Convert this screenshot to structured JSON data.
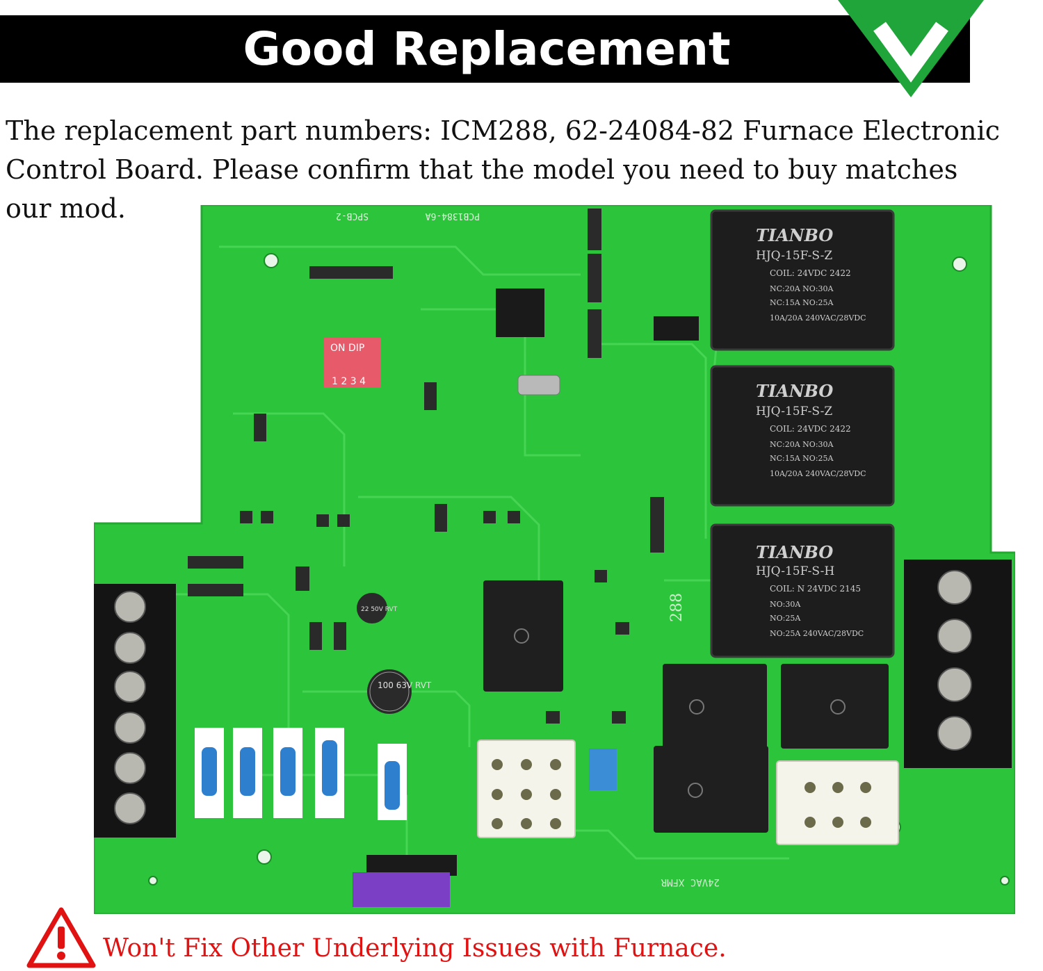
{
  "banner": {
    "title": "Good Replacement"
  },
  "description": {
    "line1": "The replacement part numbers: ICM288, 62-24084-82 Furnace Electronic",
    "line2": "Control Board. Please confirm that the model you need to buy matches",
    "line3": "our mod."
  },
  "board": {
    "relays": [
      {
        "brand": "TIANBO",
        "model": "HJQ-15F-S-Z",
        "coil": "COIL:   24VDC   2422",
        "spec1": "NC:20A   NO:30A",
        "spec2": "NC:15A   NO:25A",
        "spec3": "10A/20A   240VAC/28VDC"
      },
      {
        "brand": "TIANBO",
        "model": "HJQ-15F-S-Z",
        "coil": "COIL:   24VDC   2422",
        "spec1": "NC:20A   NO:30A",
        "spec2": "NC:15A   NO:25A",
        "spec3": "10A/20A   240VAC/28VDC"
      },
      {
        "brand": "TIANBO",
        "model": "HJQ-15F-S-H",
        "coil": "COIL:  N 24VDC   2145",
        "spec1": "NO:30A",
        "spec2": "NO:25A",
        "spec3": "NO:25A  240VAC/28VDC"
      }
    ],
    "dip_label": "ON  DIP",
    "dip_numbers": "1 2 3 4",
    "pcb_code": "PCB1384-6A",
    "spcb": "SPCB-2",
    "cap1": "22 50V RVT",
    "cap2": "100 63V RVT",
    "board_no": "288",
    "xfmr": "24VAC XFMR"
  },
  "warning": {
    "text": "Won't Fix Other Underlying Issues with Furnace."
  },
  "colors": {
    "banner": "#000000",
    "check": "#1fa53a",
    "warning": "#e01212",
    "pcb": "#2bc43a"
  }
}
